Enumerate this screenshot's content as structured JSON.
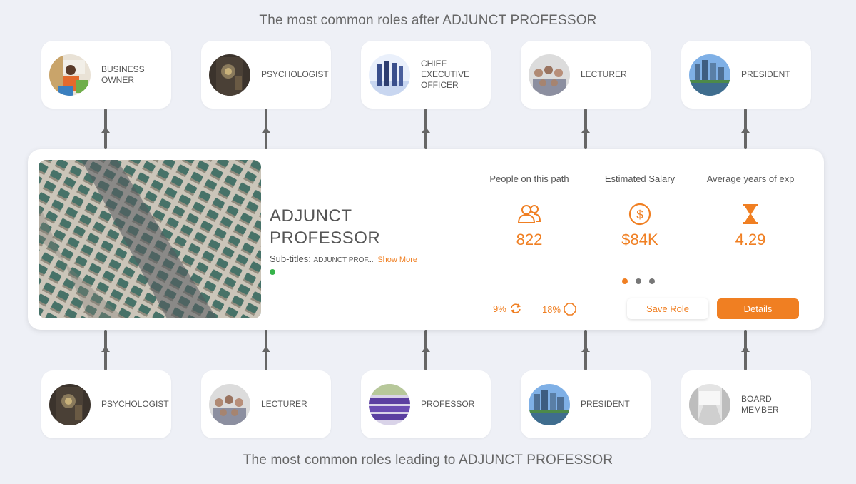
{
  "headings": {
    "top": "The most common roles after ADJUNCT PROFESSOR",
    "bottom": "The most common roles leading to ADJUNCT PROFESSOR"
  },
  "roles_after": [
    {
      "label": "BUSINESS OWNER"
    },
    {
      "label": "PSYCHOLOGIST"
    },
    {
      "label": "CHIEF EXECUTIVE OFFICER"
    },
    {
      "label": "LECTURER"
    },
    {
      "label": "PRESIDENT"
    }
  ],
  "roles_before": [
    {
      "label": "PSYCHOLOGIST"
    },
    {
      "label": "LECTURER"
    },
    {
      "label": "PROFESSOR"
    },
    {
      "label": "PRESIDENT"
    },
    {
      "label": "BOARD MEMBER"
    }
  ],
  "current_role": {
    "title": "ADJUNCT PROFESSOR",
    "subtitles_label": "Sub-titles:",
    "subtitles_value": "ADJUNCT PROF...",
    "show_more": "Show More",
    "status_color": "#36b34a"
  },
  "stats": [
    {
      "label": "People on this path",
      "value": "822",
      "icon": "people-icon"
    },
    {
      "label": "Estimated Salary",
      "value": "$84K",
      "icon": "dollar-circle-icon"
    },
    {
      "label": "Average years of exp",
      "value": "4.29",
      "icon": "hourglass-icon"
    }
  ],
  "carousel": {
    "active_index": 0,
    "count": 3
  },
  "mini_stats": [
    {
      "value": "9%",
      "icon": "refresh-icon"
    },
    {
      "value": "18%",
      "icon": "octagon-icon"
    }
  ],
  "buttons": {
    "save": "Save Role",
    "details": "Details"
  },
  "colors": {
    "accent": "#f07f22",
    "background": "#eef0f6",
    "status_green": "#36b34a"
  }
}
